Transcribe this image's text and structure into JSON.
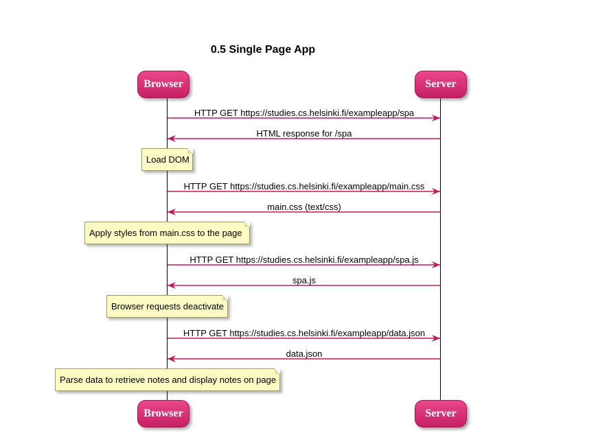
{
  "title": "0.5 Single Page App",
  "participants": {
    "browser": "Browser",
    "server": "Server"
  },
  "messages": [
    {
      "label": "HTTP GET https://studies.cs.helsinki.fi/exampleapp/spa",
      "direction": "to-server"
    },
    {
      "label": "HTML response for /spa",
      "direction": "to-browser"
    },
    {
      "label": "HTTP GET https://studies.cs.helsinki.fi/exampleapp/main.css",
      "direction": "to-server"
    },
    {
      "label": "main.css (text/css)",
      "direction": "to-browser"
    },
    {
      "label": "HTTP GET https://studies.cs.helsinki.fi/exampleapp/spa.js",
      "direction": "to-server"
    },
    {
      "label": "spa.js",
      "direction": "to-browser"
    },
    {
      "label": "HTTP GET https://studies.cs.helsinki.fi/exampleapp/data.json",
      "direction": "to-server"
    },
    {
      "label": "data.json",
      "direction": "to-browser"
    }
  ],
  "notes": [
    {
      "text": "Load DOM"
    },
    {
      "text": "Apply styles from main.css to the page"
    },
    {
      "text": "Browser requests deactivate"
    },
    {
      "text": "Parse data to retrieve notes and display notes on page"
    }
  ],
  "colors": {
    "participant": "#d42a6e",
    "arrow": "#c2185b",
    "note": "#fdfbc4"
  }
}
